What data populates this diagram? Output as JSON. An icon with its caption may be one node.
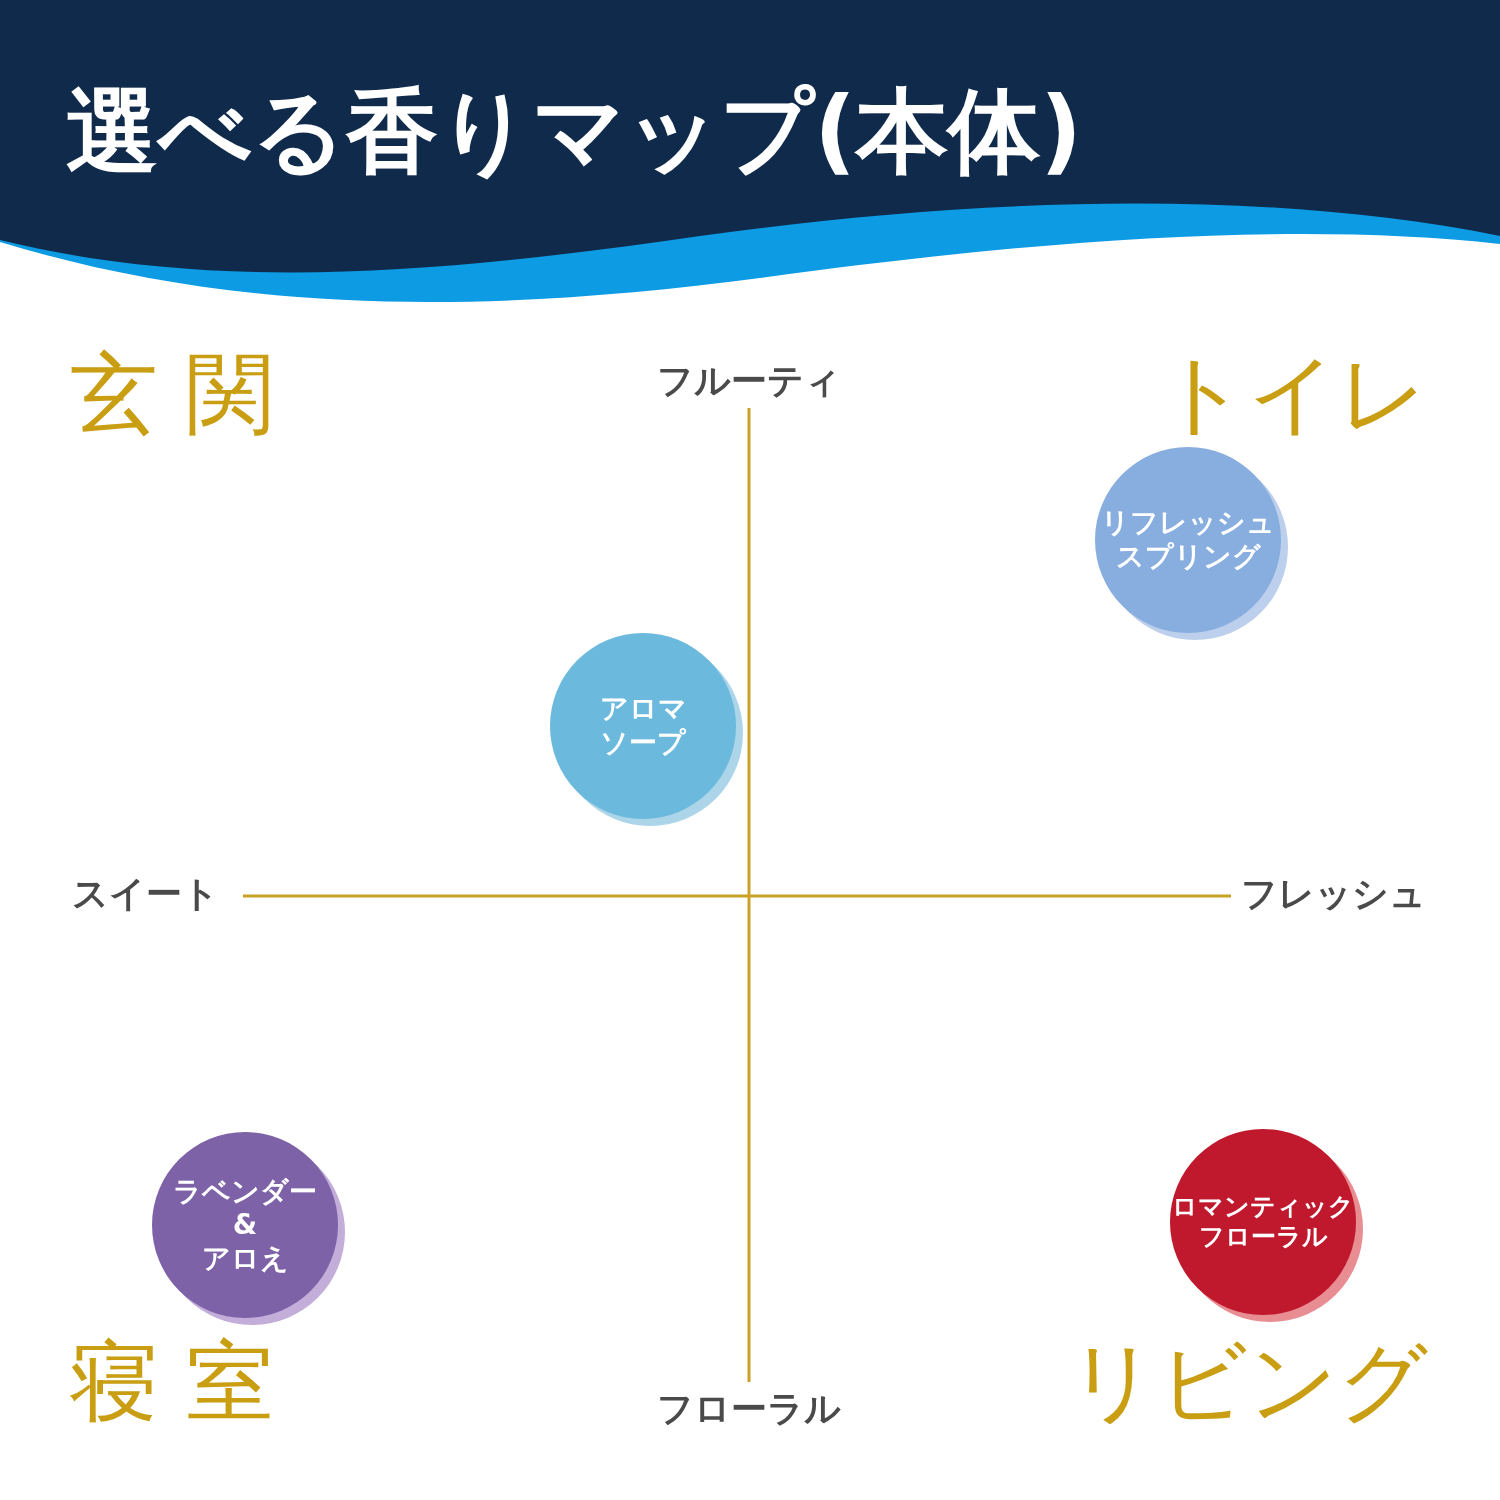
{
  "diagram": {
    "title": "選べる香りマップ(本体)",
    "nodes": [
      {
        "text": [
          "リフレッシュスプリング"
        ]
      },
      {
        "text": [
          "アロマソープ"
        ]
      },
      {
        "text": [
          "ラベンダー&アロえ"
        ]
      },
      {
        "text": [
          "ロマンティックフローラル"
        ]
      }
    ],
    "labels": [
      "玄 関",
      "フルーティ",
      "トイレ",
      "スイート",
      "フレッシュ",
      "寝 室",
      "フローラル",
      "リビング"
    ]
  }
}
